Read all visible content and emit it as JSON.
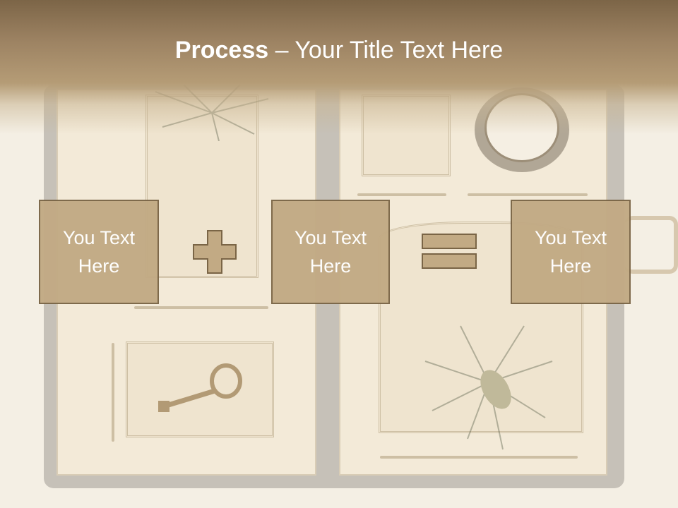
{
  "header": {
    "title_bold": "Process",
    "title_rest": " – Your Title Text Here"
  },
  "process": {
    "boxes": [
      {
        "label": "You Text Here"
      },
      {
        "label": "You Text Here"
      },
      {
        "label": "You Text Here"
      }
    ],
    "operators": [
      "plus-icon",
      "equals-icon"
    ]
  },
  "colors": {
    "box_fill": "#c2aa84",
    "box_border": "#7a6546",
    "header_top": "#7c6547",
    "text": "#ffffff"
  }
}
